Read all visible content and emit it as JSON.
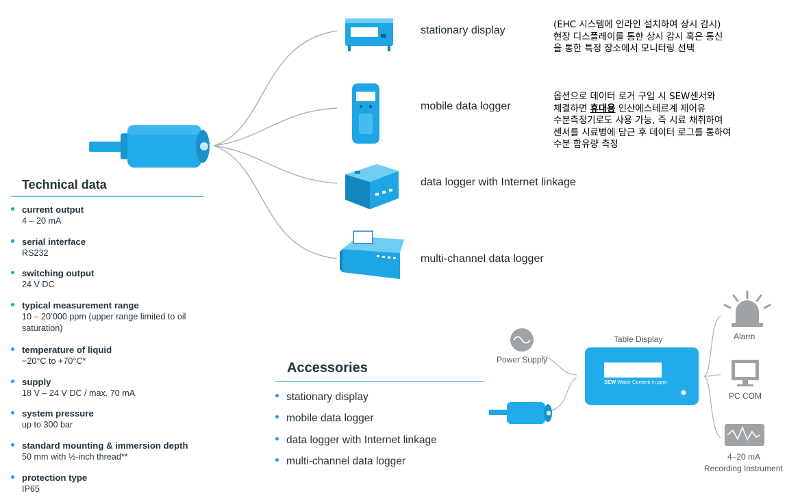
{
  "devices": [
    {
      "label": "stationary display"
    },
    {
      "label": "mobile data logger"
    },
    {
      "label": "data logger with Internet linkage"
    },
    {
      "label": "multi-channel data logger"
    }
  ],
  "notes": {
    "stationary": [
      "(EHC 시스템에 인라인 설치하여 상시 감시)",
      "현장 디스플레이를 통한 상시 감시 혹은 통신",
      "을 통한 특정 장소에서 모니터링 선택"
    ],
    "mobile_line1": "옵션으로 데이터 로거 구입 시 SEW센서와",
    "mobile_line2_pre": "체결하면 ",
    "mobile_line2_bold": "휴대용",
    "mobile_line2_post": " 인산에스테르계 제어유",
    "mobile_rest": [
      "수분측정기로도 사용 가능, 즉  시료 채취하여",
      "센서를 시료병에 담근 후 데이터 로그를 통하여",
      "수분 함유량 측정"
    ]
  },
  "technical": {
    "heading": "Technical data",
    "items": [
      {
        "title": "current output",
        "value": "4 – 20 mA"
      },
      {
        "title": "serial interface",
        "value": "RS232"
      },
      {
        "title": "switching output",
        "value": "24 V DC"
      },
      {
        "title": "typical measurement range",
        "value": "10 – 20’000 ppm (upper range limited to oil saturation)"
      },
      {
        "title": "temperature of liquid",
        "value": "−20°C to +70°C*"
      },
      {
        "title": "supply",
        "value": "18 V – 24 V DC / max. 70 mA"
      },
      {
        "title": "system pressure",
        "value": "up to 300 bar"
      },
      {
        "title": "standard mounting & immersion depth",
        "value": "50 mm with ½-inch thread**"
      },
      {
        "title": "protection type",
        "value": "IP65"
      }
    ]
  },
  "accessories": {
    "heading": "Accessories",
    "items": [
      "stationary display",
      "mobile data logger",
      "data logger with Internet linkage",
      "multi-channel data logger"
    ]
  },
  "schematic": {
    "power_supply": "Power Supply",
    "table_display": "Table Display",
    "screen_brand": "SEW",
    "screen_text": "Water Content in ppm",
    "alarm": "Alarm",
    "pc_com": "PC COM",
    "recording_value": "4–20 mA",
    "recording_label": "Recording Instrument"
  },
  "colors": {
    "accent": "#1aa0e0",
    "sensor": "#1ea6e4",
    "rule": "#4fb6e6",
    "grey_icon": "#a8aaab"
  }
}
